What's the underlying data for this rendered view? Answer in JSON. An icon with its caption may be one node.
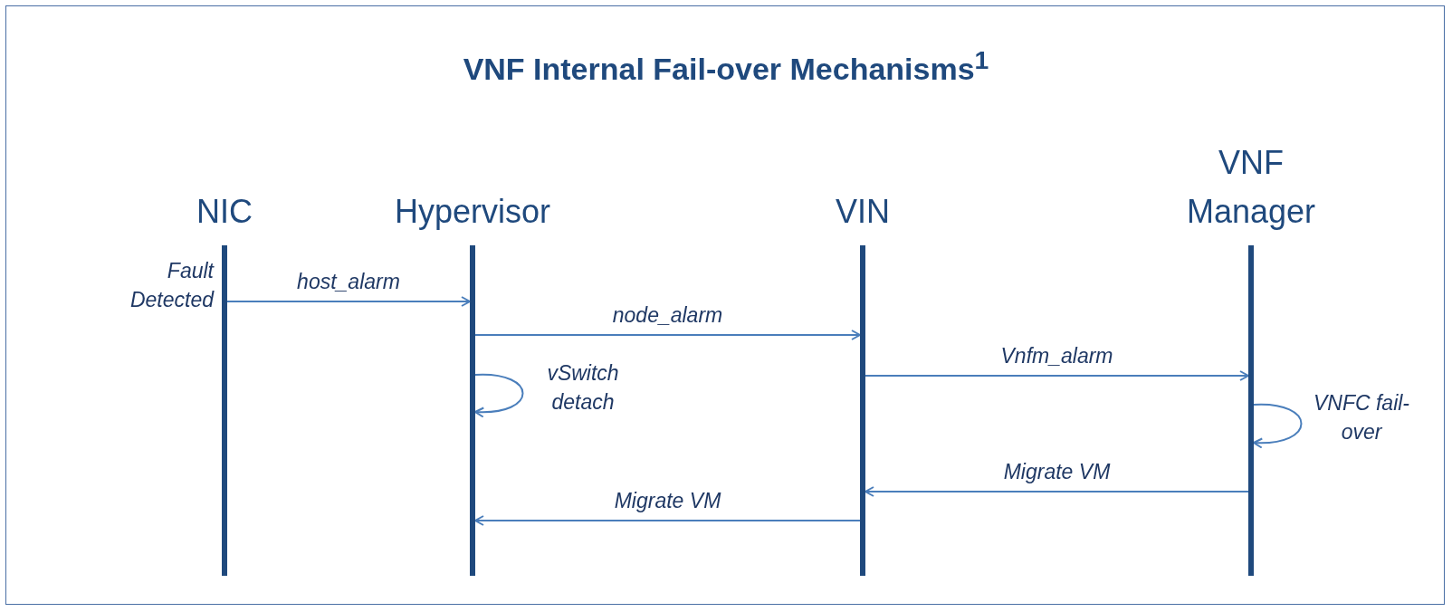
{
  "diagram": {
    "title": "VNF Internal Fail-over Mechanisms$^{1}$",
    "nodes": [
      {
        "text": [
          "NIC"
        ],
        "beside": [
          "Fault Detected"
        ]
      },
      {
        "text": [
          "Hypervisor"
        ]
      },
      {
        "text": [
          "VIN"
        ]
      },
      {
        "text": [
          "VNF Manager"
        ]
      }
    ],
    "edges": [
      {
        "from": 0,
        "to": 1,
        "arrow": "to",
        "label": "host_alarm"
      },
      {
        "from": 1,
        "to": 2,
        "arrow": "to",
        "label": "node_alarm"
      },
      {
        "from": 1,
        "to": 1,
        "arrow": "to",
        "label": "vSwitch detach"
      },
      {
        "from": 2,
        "to": 3,
        "arrow": "to",
        "label": "Vnfm_alarm"
      },
      {
        "from": 3,
        "to": 3,
        "arrow": "to",
        "label": "VNFC fail-over"
      },
      {
        "from": 3,
        "to": 2,
        "arrow": "to",
        "label": "Migrate VM"
      },
      {
        "from": 2,
        "to": 1,
        "arrow": "to",
        "label": "Migrate VM"
      }
    ]
  }
}
